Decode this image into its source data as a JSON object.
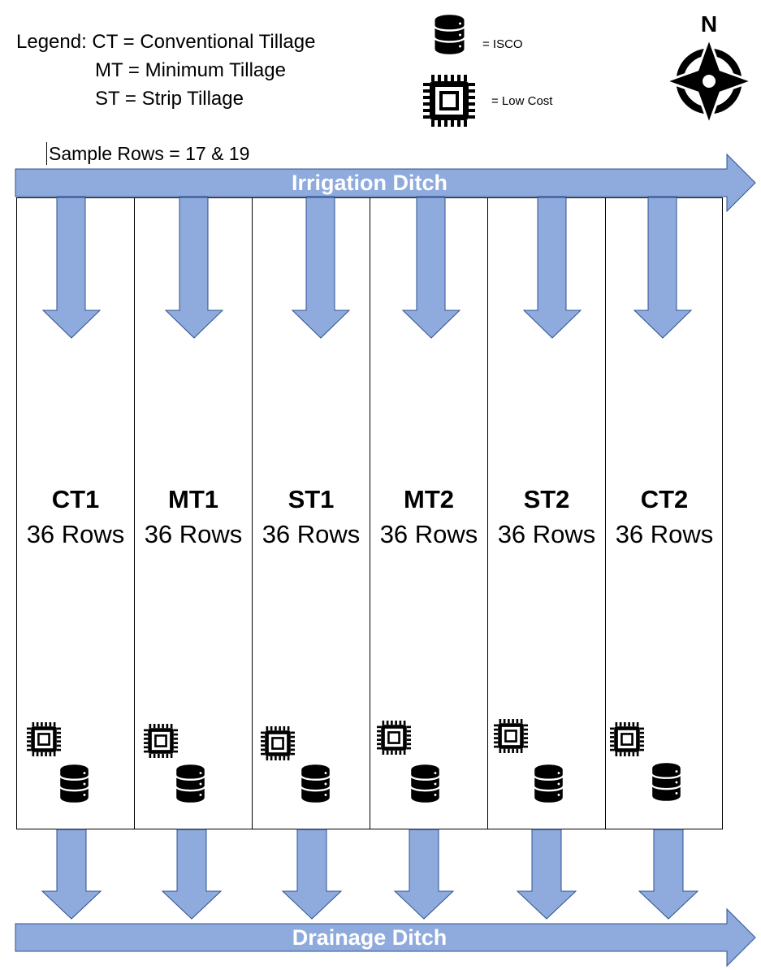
{
  "legend": {
    "lines": [
      "Legend: CT = Conventional Tillage",
      "MT = Minimum Tillage",
      "ST = Strip Tillage"
    ]
  },
  "icon_key": [
    {
      "icon": "database-icon",
      "label": "= ISCO"
    },
    {
      "icon": "chip-icon",
      "label": "= Low Cost"
    }
  ],
  "compass": {
    "label": "N",
    "icon": "compass-icon"
  },
  "sample_rows": "Sample Rows = 17 & 19",
  "irrigation_ditch": "Irrigation Ditch",
  "drainage_ditch": "Drainage Ditch",
  "plots": [
    {
      "name": "CT1",
      "rows": "36 Rows"
    },
    {
      "name": "MT1",
      "rows": "36 Rows"
    },
    {
      "name": "ST1",
      "rows": "36 Rows"
    },
    {
      "name": "MT2",
      "rows": "36 Rows"
    },
    {
      "name": "ST2",
      "rows": "36 Rows"
    },
    {
      "name": "CT2",
      "rows": "36 Rows"
    }
  ],
  "colors": {
    "arrow_fill": "#8faadc",
    "arrow_stroke": "#2f528f",
    "icon": "#000000",
    "ditch_text": "#ffffff"
  }
}
